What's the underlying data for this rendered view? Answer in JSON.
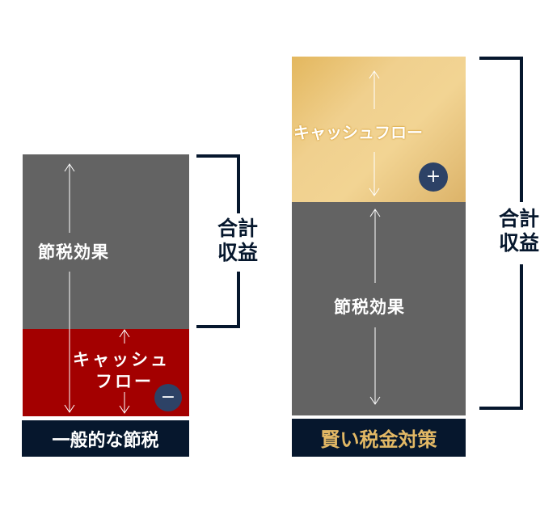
{
  "left": {
    "tax_effect": "節税効果",
    "cashflow_line1": "キャッシュ",
    "cashflow_line2": "フロー",
    "sign": "−",
    "total_line1": "合計",
    "total_line2": "収益",
    "label": "一般的な節税"
  },
  "right": {
    "cashflow": "キャッシュフロー",
    "sign": "+",
    "tax_effect": "節税効果",
    "total_line1": "合計",
    "total_line2": "収益",
    "label": "賢い税金対策"
  },
  "colors": {
    "gray": "#636363",
    "red": "#a30000",
    "navy": "#06172d",
    "gold": "#e9c477",
    "badge": "#2d4266"
  }
}
